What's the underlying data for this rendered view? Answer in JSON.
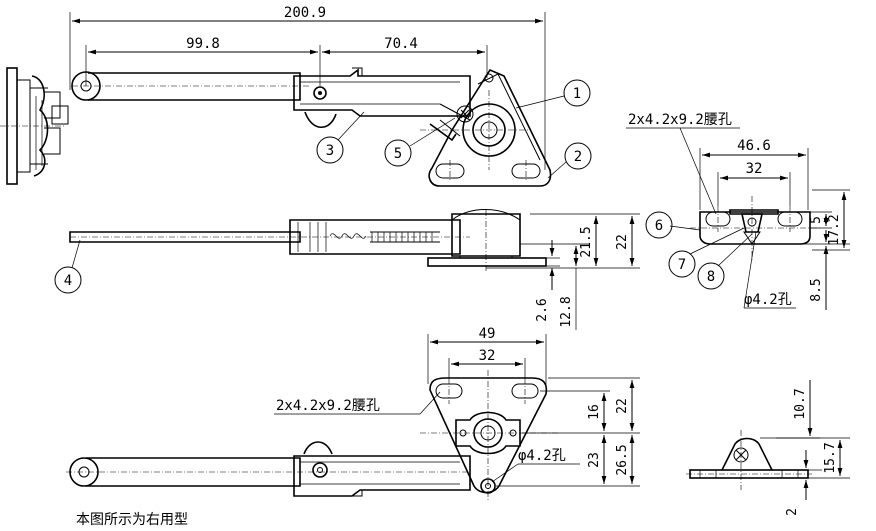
{
  "dimensions": {
    "top_total": "200.9",
    "top_left": "99.8",
    "top_right": "70.4",
    "side_h1": "21.5",
    "side_h2": "22",
    "side_v1": "2.6",
    "side_v2": "12.8",
    "bottom_w1": "49",
    "bottom_w2": "32",
    "bottom_h1": "16",
    "bottom_h2": "22",
    "bottom_h3": "23",
    "bottom_h4": "26.5",
    "detail_w1": "46.6",
    "detail_w2": "32",
    "detail_h1": "5",
    "detail_h2": "17.2",
    "detail_h3": "8.5",
    "small_h1": "10.7",
    "small_h2": "15.7",
    "small_h3": "2"
  },
  "notes": {
    "slot_top": "2x4.2x9.2腰孔",
    "slot_bottom": "2x4.2x9.2腰孔",
    "hole_detail": "φ4.2孔",
    "hole_bottom": "φ4.2孔",
    "caption": "本图所示为右用型"
  },
  "balloons": [
    "1",
    "2",
    "3",
    "4",
    "5",
    "6",
    "7",
    "8"
  ]
}
